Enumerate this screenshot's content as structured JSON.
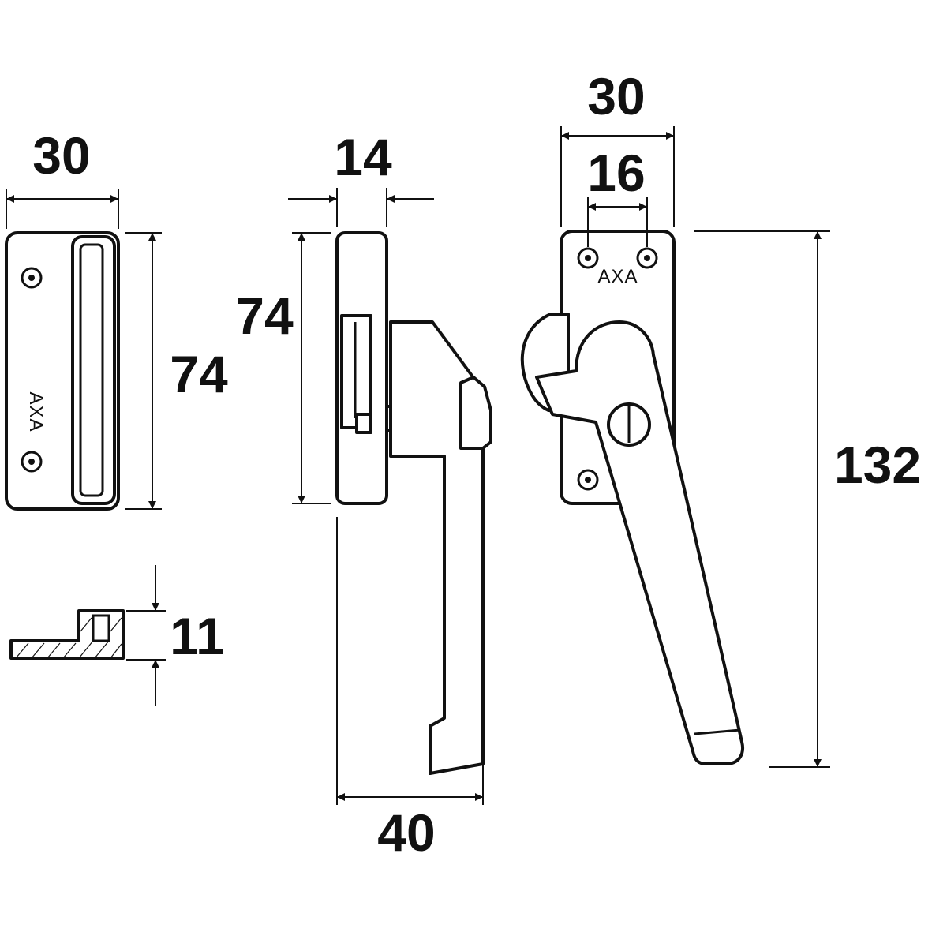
{
  "dimensions": {
    "keeper_width": "30",
    "keeper_height": "74",
    "keeper_section_height": "11",
    "side_depth": "14",
    "side_height": "74",
    "side_projection": "40",
    "front_width": "30",
    "front_hole_spacing": "16",
    "front_total_height": "132"
  },
  "brand": {
    "keeper_label": "AXA",
    "handle_label": "AXA"
  },
  "colors": {
    "line": "#111111",
    "background": "#ffffff"
  }
}
